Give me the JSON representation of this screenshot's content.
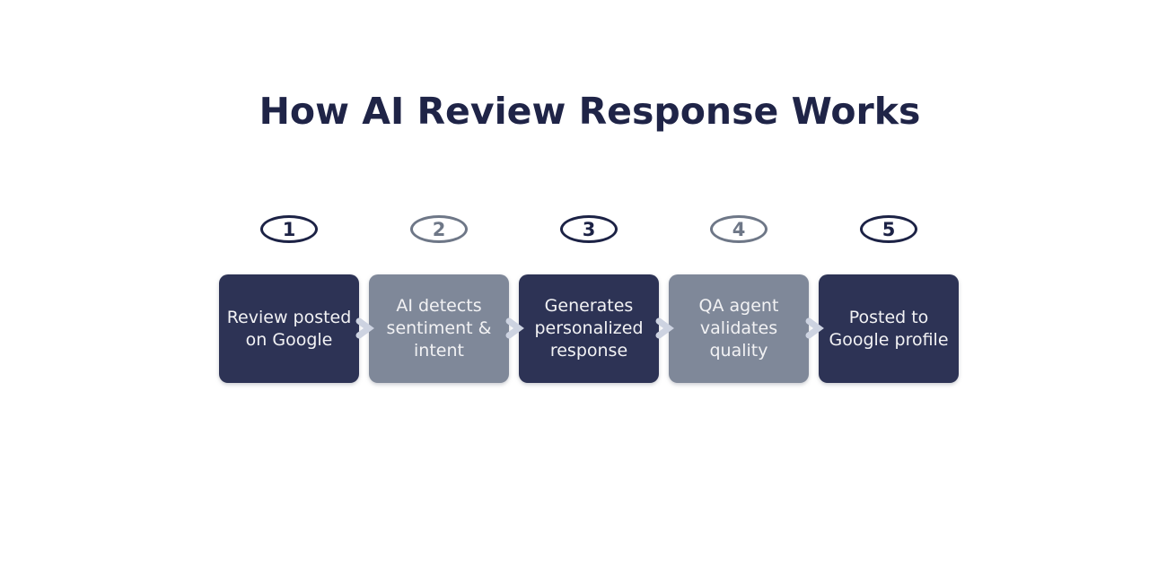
{
  "title": "How AI Review Response Works",
  "colors": {
    "background": "#ffffff",
    "title": "#1f2447",
    "dark_box": "#2d3355",
    "gray_box": "#7f8899",
    "dark_oval": "#1c2245",
    "gray_oval": "#6e7787",
    "arrow": "#cdd3e1",
    "box_text": "#f2f2f4"
  },
  "steps": [
    {
      "number": "1",
      "label": "Review posted on Google",
      "variant": "dark"
    },
    {
      "number": "2",
      "label": "AI detects sentiment & intent",
      "variant": "gray"
    },
    {
      "number": "3",
      "label": "Generates personalized response",
      "variant": "dark"
    },
    {
      "number": "4",
      "label": "QA agent validates quality",
      "variant": "gray"
    },
    {
      "number": "5",
      "label": "Posted to Google profile",
      "variant": "dark"
    }
  ],
  "arrow_icon": "chevron-right"
}
